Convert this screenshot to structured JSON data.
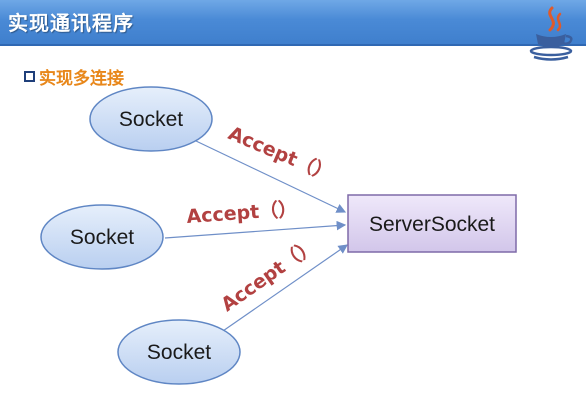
{
  "header": {
    "title": "实现通讯程序"
  },
  "logo": {
    "icon": "java-coffee-cup-icon"
  },
  "section": {
    "bullet_icon": "square-bullet-icon",
    "title": "实现多连接"
  },
  "diagram": {
    "clients": [
      {
        "label": "Socket"
      },
      {
        "label": "Socket"
      },
      {
        "label": "Socket"
      }
    ],
    "server": {
      "label": "ServerSocket"
    },
    "edges": [
      {
        "label": "Accept（）"
      },
      {
        "label": "Accept（）"
      },
      {
        "label": "Accept（）"
      }
    ],
    "colors": {
      "client_fill": "#c7d9f4",
      "client_stroke": "#5f86c4",
      "server_fill": "#ddd3f0",
      "server_stroke": "#7e6aa8",
      "edge": "#6f8fc8",
      "accept_text": "#b24141",
      "header": "#4a8ad6",
      "section_title": "#e8871a"
    }
  }
}
